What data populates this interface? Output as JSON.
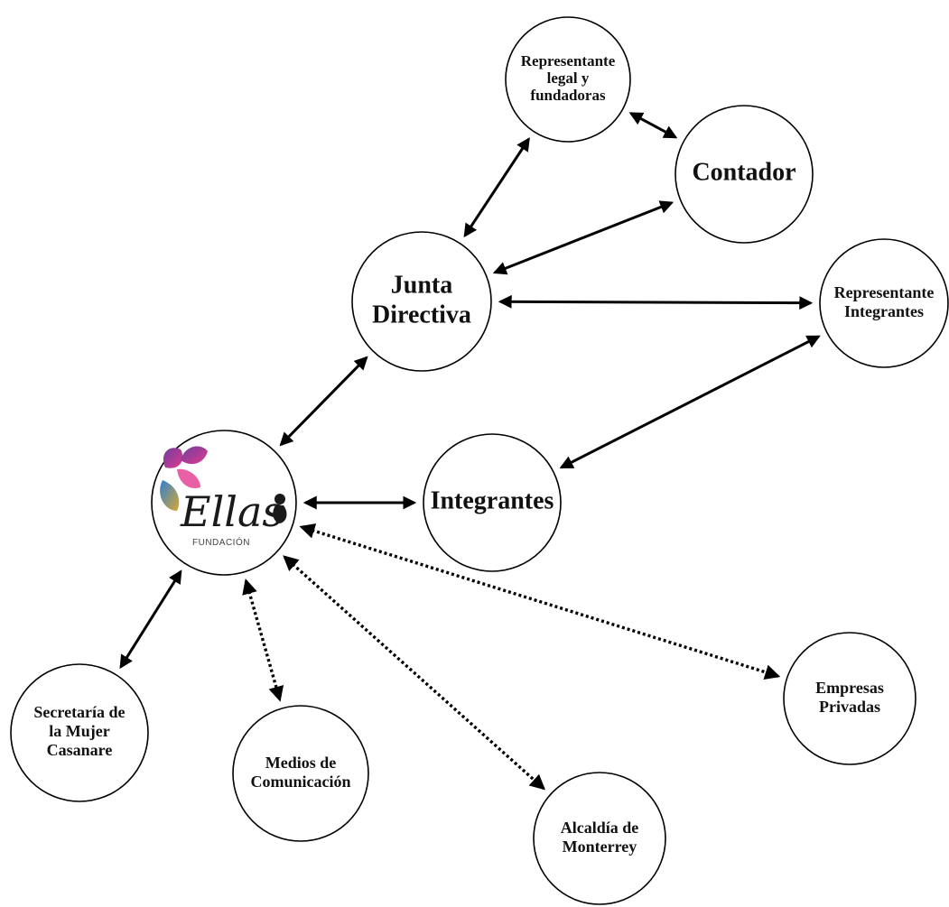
{
  "nodes": {
    "representante_legal": {
      "lines": [
        "Representante",
        "legal y",
        "fundadoras"
      ]
    },
    "contador": {
      "lines": [
        "Contador"
      ]
    },
    "junta_directiva": {
      "lines": [
        "Junta",
        "Directiva"
      ]
    },
    "representante_integrantes": {
      "lines": [
        "Representante",
        "Integrantes"
      ]
    },
    "fundacion_ellas": {
      "logo_text": "Ellas",
      "logo_subtext": "FUNDACIÓN"
    },
    "integrantes": {
      "lines": [
        "Integrantes"
      ]
    },
    "secretaria_mujer": {
      "lines": [
        "Secretaría de",
        "la Mujer",
        "Casanare"
      ]
    },
    "medios_comunicacion": {
      "lines": [
        "Medios de",
        "Comunicación"
      ]
    },
    "alcaldia_monterrey": {
      "lines": [
        "Alcaldía de",
        "Monterrey"
      ]
    },
    "empresas_privadas": {
      "lines": [
        "Empresas",
        "Privadas"
      ]
    }
  },
  "edges": [
    {
      "from": "representante_legal",
      "to": "contador",
      "style": "solid",
      "bidirectional": true
    },
    {
      "from": "representante_legal",
      "to": "junta_directiva",
      "style": "solid",
      "bidirectional": true
    },
    {
      "from": "contador",
      "to": "junta_directiva",
      "style": "solid",
      "bidirectional": true
    },
    {
      "from": "junta_directiva",
      "to": "representante_integrantes",
      "style": "solid",
      "bidirectional": true
    },
    {
      "from": "junta_directiva",
      "to": "fundacion_ellas",
      "style": "solid",
      "bidirectional": true
    },
    {
      "from": "representante_integrantes",
      "to": "integrantes",
      "style": "solid",
      "bidirectional": true
    },
    {
      "from": "fundacion_ellas",
      "to": "integrantes",
      "style": "solid",
      "bidirectional": true
    },
    {
      "from": "fundacion_ellas",
      "to": "secretaria_mujer",
      "style": "solid",
      "bidirectional": true
    },
    {
      "from": "fundacion_ellas",
      "to": "medios_comunicacion",
      "style": "dotted",
      "bidirectional": true
    },
    {
      "from": "fundacion_ellas",
      "to": "alcaldia_monterrey",
      "style": "dotted",
      "bidirectional": true
    },
    {
      "from": "fundacion_ellas",
      "to": "empresas_privadas",
      "style": "dotted",
      "bidirectional": true
    }
  ],
  "colors": {
    "line": "#000000",
    "logo_pink": "#e23a8d",
    "logo_purple": "#6b3fa0",
    "logo_blue": "#2f7fd1",
    "logo_gold": "#d8a733"
  }
}
